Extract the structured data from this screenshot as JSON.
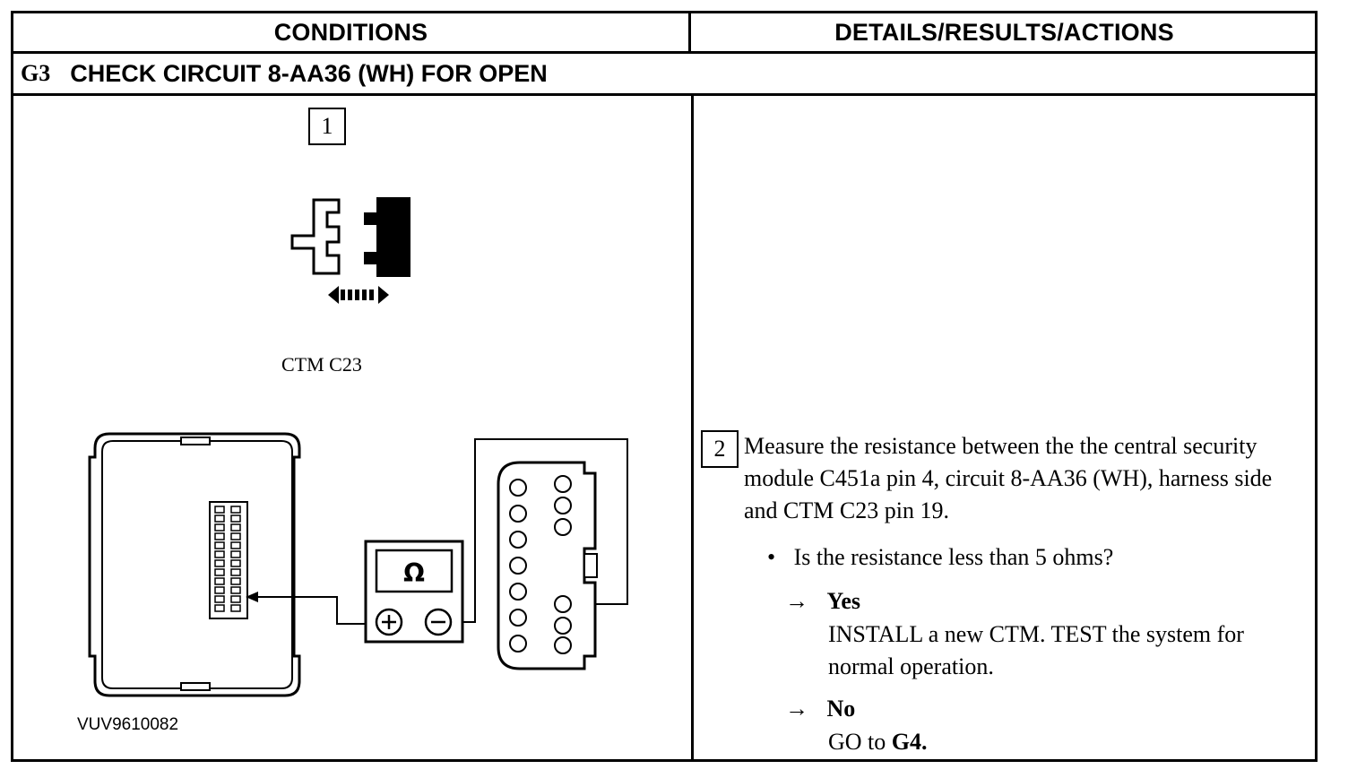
{
  "header": {
    "conditions": "CONDITIONS",
    "details": "DETAILS/RESULTS/ACTIONS"
  },
  "step": {
    "id": "G3",
    "title": "CHECK CIRCUIT 8-AA36 (WH) FOR OPEN"
  },
  "conditions": {
    "substep1_number": "1",
    "connector_caption": "CTM C23",
    "meter_symbol": "Ω",
    "figure_id": "VUV9610082",
    "icons": [
      "connector-disconnect-icon",
      "module-connector-diagram",
      "ohmmeter-icon",
      "harness-connector-diagram"
    ]
  },
  "details": {
    "substep2_number": "2",
    "instruction": "Measure the resistance between the the central security module C451a pin 4, circuit 8-AA36 (WH), harness side and CTM C23 pin 19.",
    "question_bullet": "•",
    "question": "Is the resistance less than 5 ohms?",
    "yes_arrow": "→",
    "yes_label": "Yes",
    "yes_action": "INSTALL a new CTM. TEST the system for normal operation.",
    "no_arrow": "→",
    "no_label": "No",
    "no_action_prefix": "GO to ",
    "no_action_target": "G4."
  }
}
